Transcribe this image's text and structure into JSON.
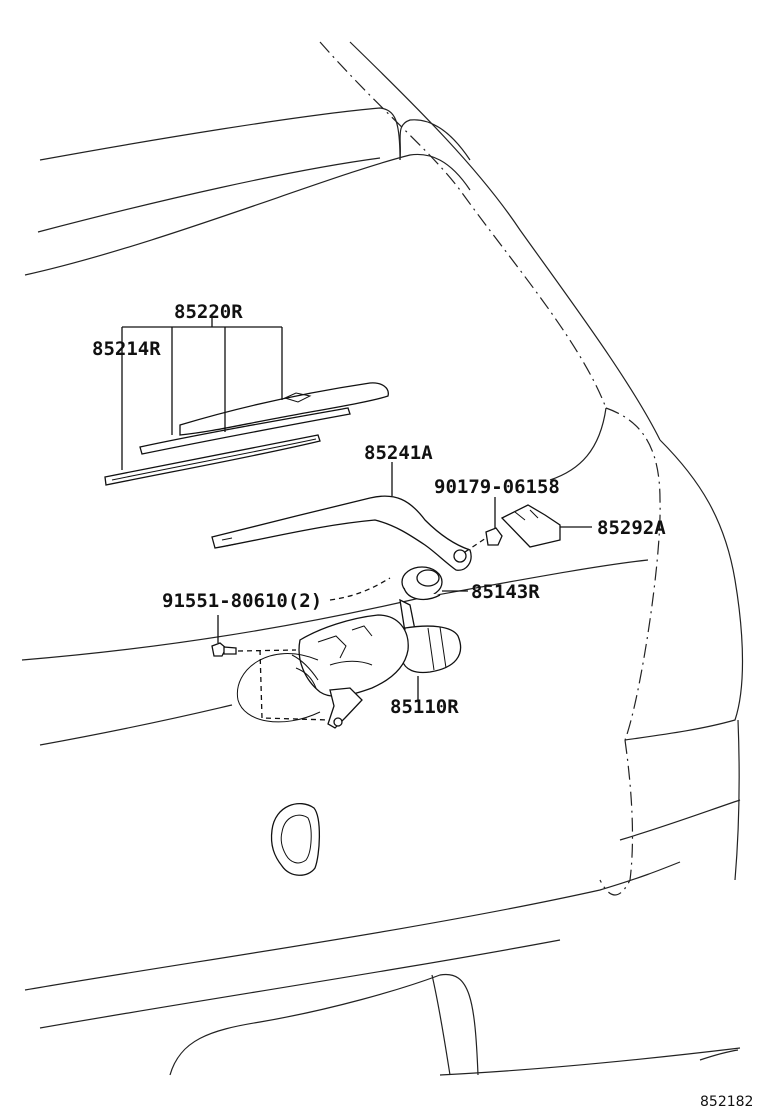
{
  "diagram": {
    "labels": {
      "p85220R": "85220R",
      "p85214R": "85214R",
      "p85241A": "85241A",
      "p90179": "90179-06158",
      "p85292A": "85292A",
      "p91551": "91551-80610(2)",
      "p85143R": "85143R",
      "p85110R": "85110R"
    },
    "reference": "852182"
  }
}
